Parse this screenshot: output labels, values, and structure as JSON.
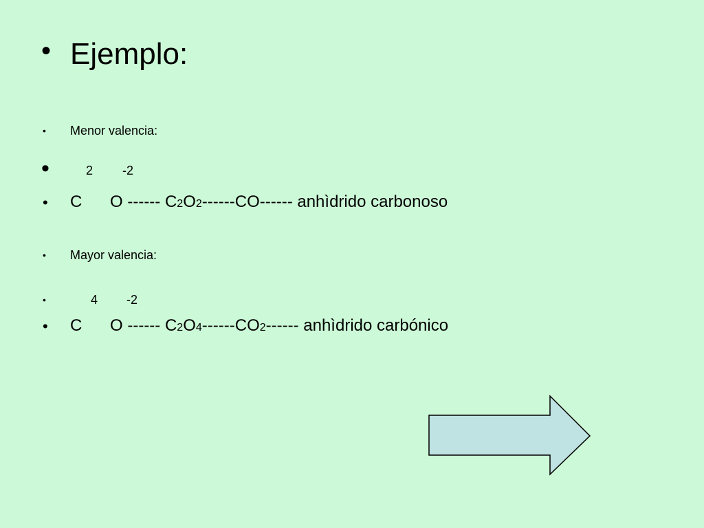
{
  "title": "Ejemplo:",
  "bullet_glyph": "•",
  "menor": {
    "label": "Menor valencia:",
    "charges": {
      "c": "2",
      "o": "-2"
    },
    "formula": {
      "c": "C",
      "o": "O ------ C",
      "sub1": "2",
      "o2": "O",
      "sub2": "2",
      "rest": "------CO------ anhìdrido carbonoso"
    }
  },
  "mayor": {
    "label": "Mayor valencia:",
    "charges": {
      "c": "4",
      "o": "-2"
    },
    "formula": {
      "c": "C",
      "o": "O ------ C",
      "sub1": "2",
      "o2": "O",
      "sub2": "4",
      "mid": "------CO",
      "sub3": "2",
      "rest": "------ anhìdrido carbónico"
    }
  },
  "arrow": {
    "fill": "#bfe2e2",
    "stroke": "#000000",
    "direction": "right"
  }
}
